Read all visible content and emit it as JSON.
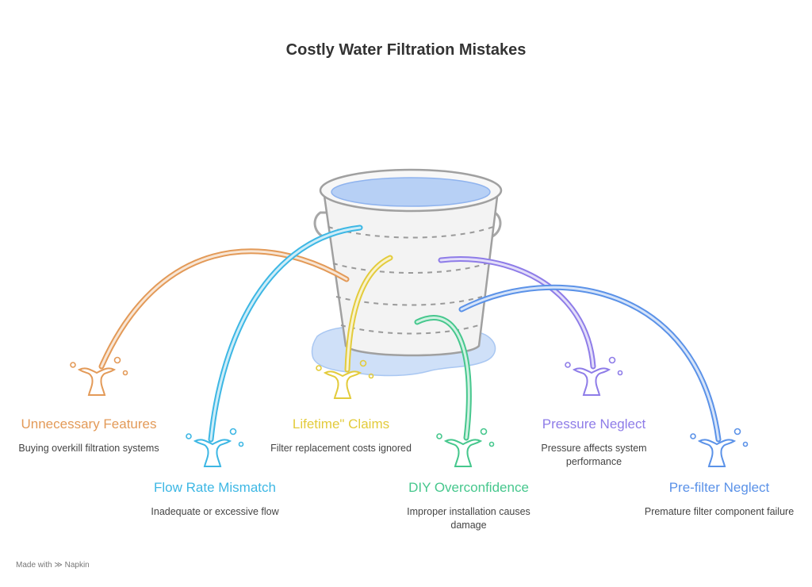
{
  "title": "Costly Water Filtration Mistakes",
  "colors": {
    "orange": "#E39A58",
    "cyan": "#3DB7E4",
    "yellow": "#E3CB3B",
    "green": "#46C78D",
    "purple": "#8E7CE8",
    "blue": "#5B92E8",
    "water": "#A9C7F2",
    "bucket": "#F1F1F1"
  },
  "items": [
    {
      "id": "unnecessary-features",
      "label": "Unnecessary Features",
      "desc": "Buying overkill filtration systems",
      "color": "#E39A58"
    },
    {
      "id": "flow-rate-mismatch",
      "label": "Flow Rate Mismatch",
      "desc": "Inadequate or excessive flow",
      "color": "#3DB7E4"
    },
    {
      "id": "lifetime-claims",
      "label": "Lifetime\" Claims",
      "desc": "Filter replacement costs ignored",
      "color": "#E3CB3B"
    },
    {
      "id": "diy-overconfidence",
      "label": "DIY Overconfidence",
      "desc": "Improper installation causes damage",
      "color": "#46C78D"
    },
    {
      "id": "pressure-neglect",
      "label": "Pressure Neglect",
      "desc": "Pressure affects system performance",
      "color": "#8E7CE8"
    },
    {
      "id": "pre-filter-neglect",
      "label": "Pre-filter Neglect",
      "desc": "Premature filter component failure",
      "color": "#5B92E8"
    }
  ],
  "footer": {
    "prefix": "Made with",
    "brand": "Napkin"
  }
}
